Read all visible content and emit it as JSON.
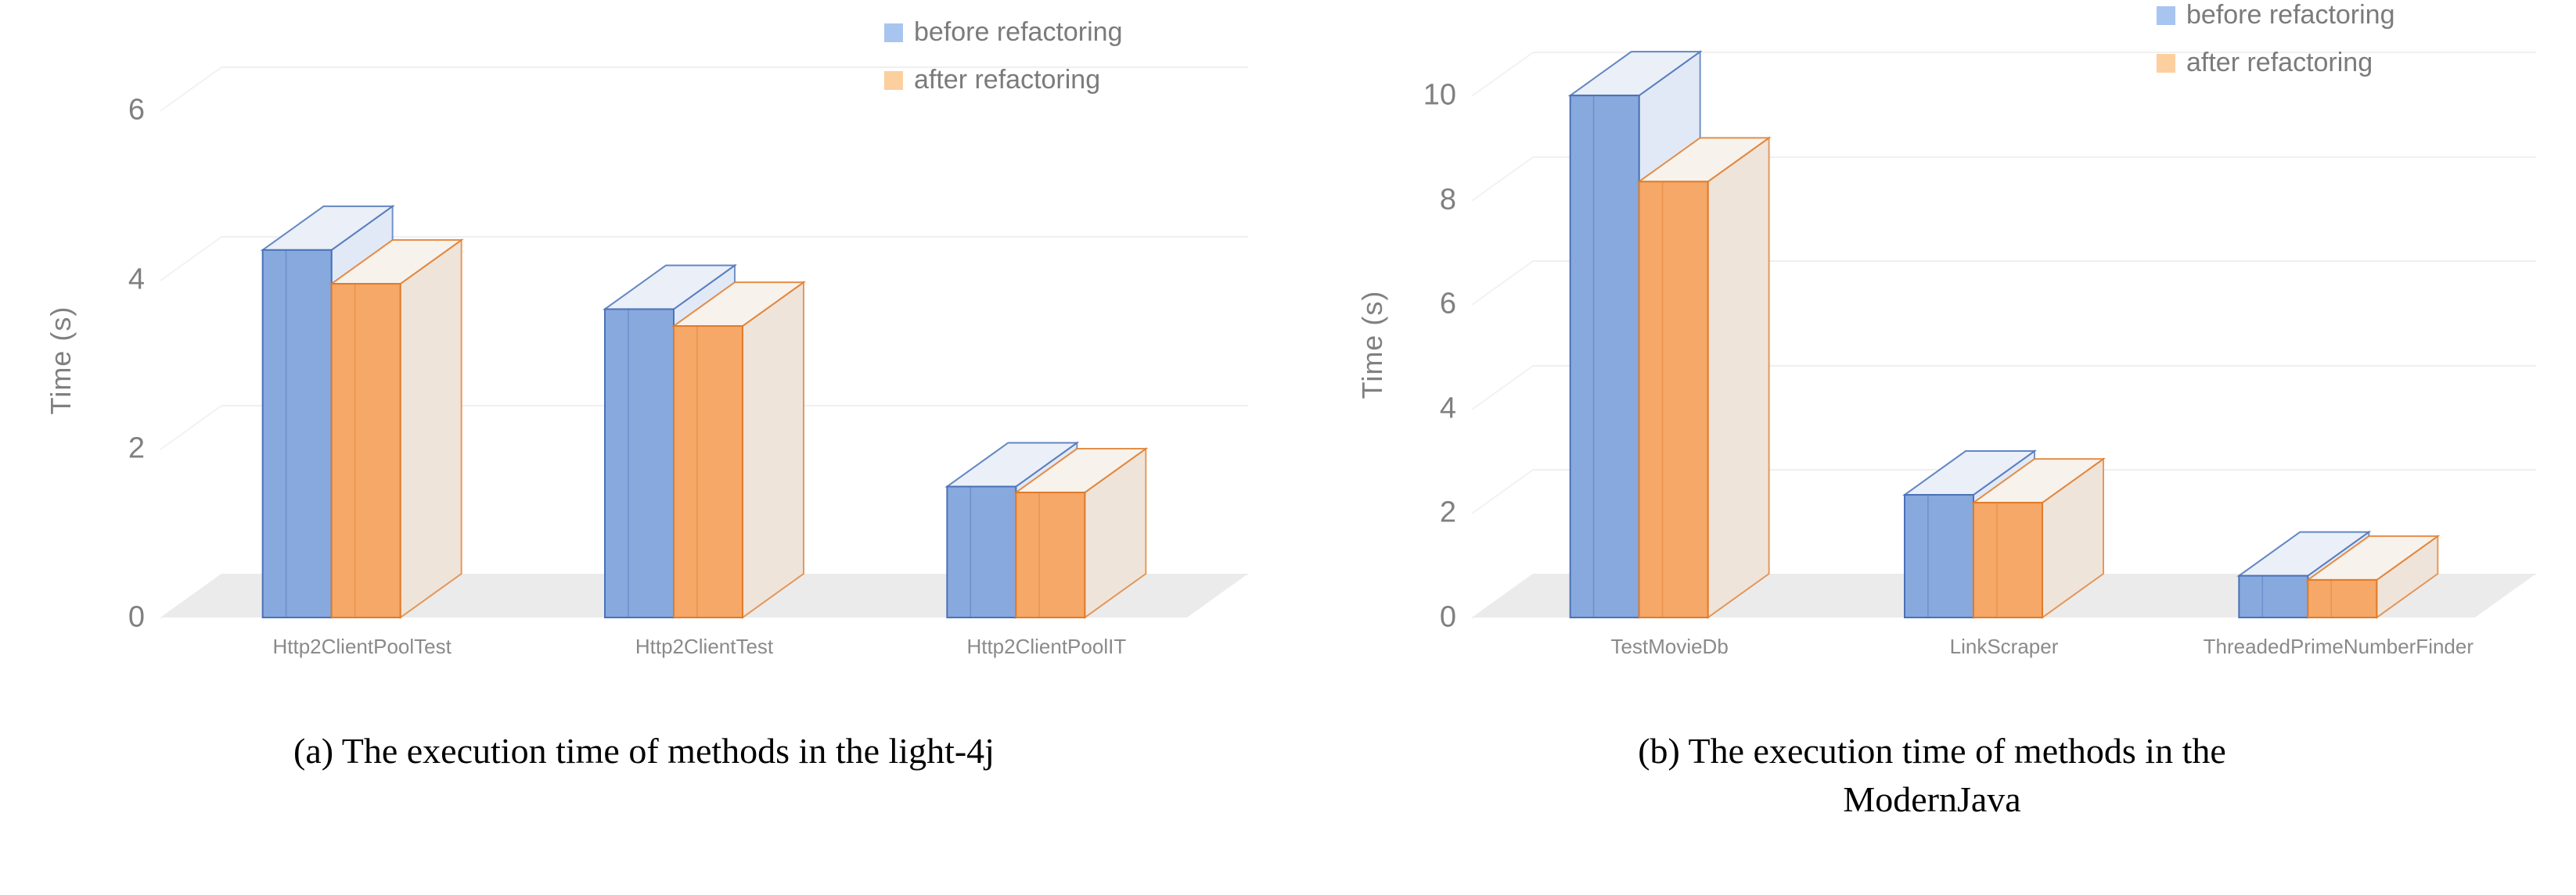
{
  "figure": {
    "panels": [
      {
        "id": "a",
        "caption_prefix": "(a)",
        "caption_text": " The execution time of methods in the light-4j",
        "caption_lines": [
          "(a) The execution time of methods in the light-4j"
        ],
        "legend": [
          {
            "label": "before refactoring",
            "color": "#a8c5f0"
          },
          {
            "label": "after refactoring",
            "color": "#fccf9e"
          }
        ]
      },
      {
        "id": "b",
        "caption_prefix": "(b)",
        "caption_text": " The execution time of methods in the",
        "caption_lines": [
          "(b) The execution time of methods in the",
          "ModernJava"
        ],
        "legend": [
          {
            "label": "before refactoring",
            "color": "#a8c5f0"
          },
          {
            "label": "after refactoring",
            "color": "#fccf9e"
          }
        ]
      }
    ]
  },
  "chart_data": [
    {
      "type": "bar",
      "panel": "a",
      "title": "The execution time of methods in the light-4j",
      "xlabel": "",
      "ylabel": "Time  (s)",
      "categories": [
        "Http2ClientPoolTest",
        "Http2ClientTest",
        "Http2ClientPoolIT"
      ],
      "yticks": [
        0,
        2,
        4,
        6
      ],
      "ylim": [
        0,
        6.8
      ],
      "grid": true,
      "legend_position": "top-right",
      "series": [
        {
          "name": "before refactoring",
          "color": "#87a9dd",
          "values": [
            4.35,
            3.65,
            1.55
          ]
        },
        {
          "name": "after refactoring",
          "color": "#f5a868",
          "values": [
            3.95,
            3.45,
            1.48
          ]
        }
      ]
    },
    {
      "type": "bar",
      "panel": "b",
      "title": "The execution time of methods in the ModernJava",
      "xlabel": "",
      "ylabel": "Time  (s)",
      "categories": [
        "TestMovieDb",
        "LinkScraper",
        "ThreadedPrimeNumberFinder"
      ],
      "yticks": [
        0,
        2,
        4,
        6,
        8,
        10
      ],
      "ylim": [
        0,
        11.2
      ],
      "grid": true,
      "legend_position": "top-right",
      "series": [
        {
          "name": "before refactoring",
          "color": "#87a9dd",
          "values": [
            10.0,
            2.35,
            0.8
          ]
        },
        {
          "name": "after refactoring",
          "color": "#f5a868",
          "values": [
            8.35,
            2.2,
            0.72
          ]
        }
      ]
    }
  ],
  "colors": {
    "blue_front": "#87a9dd",
    "blue_top": "#eaeff8",
    "blue_side": "#e2e9f6",
    "blue_stroke": "#4a72b8",
    "orange_front": "#f5a868",
    "orange_top": "#f7f2ec",
    "orange_side": "#efe4da",
    "orange_stroke": "#e07b2a",
    "grid": "#f0f0f0",
    "floor": "#ebebeb",
    "tick_text": "#808080",
    "caption_text": "#000000"
  }
}
